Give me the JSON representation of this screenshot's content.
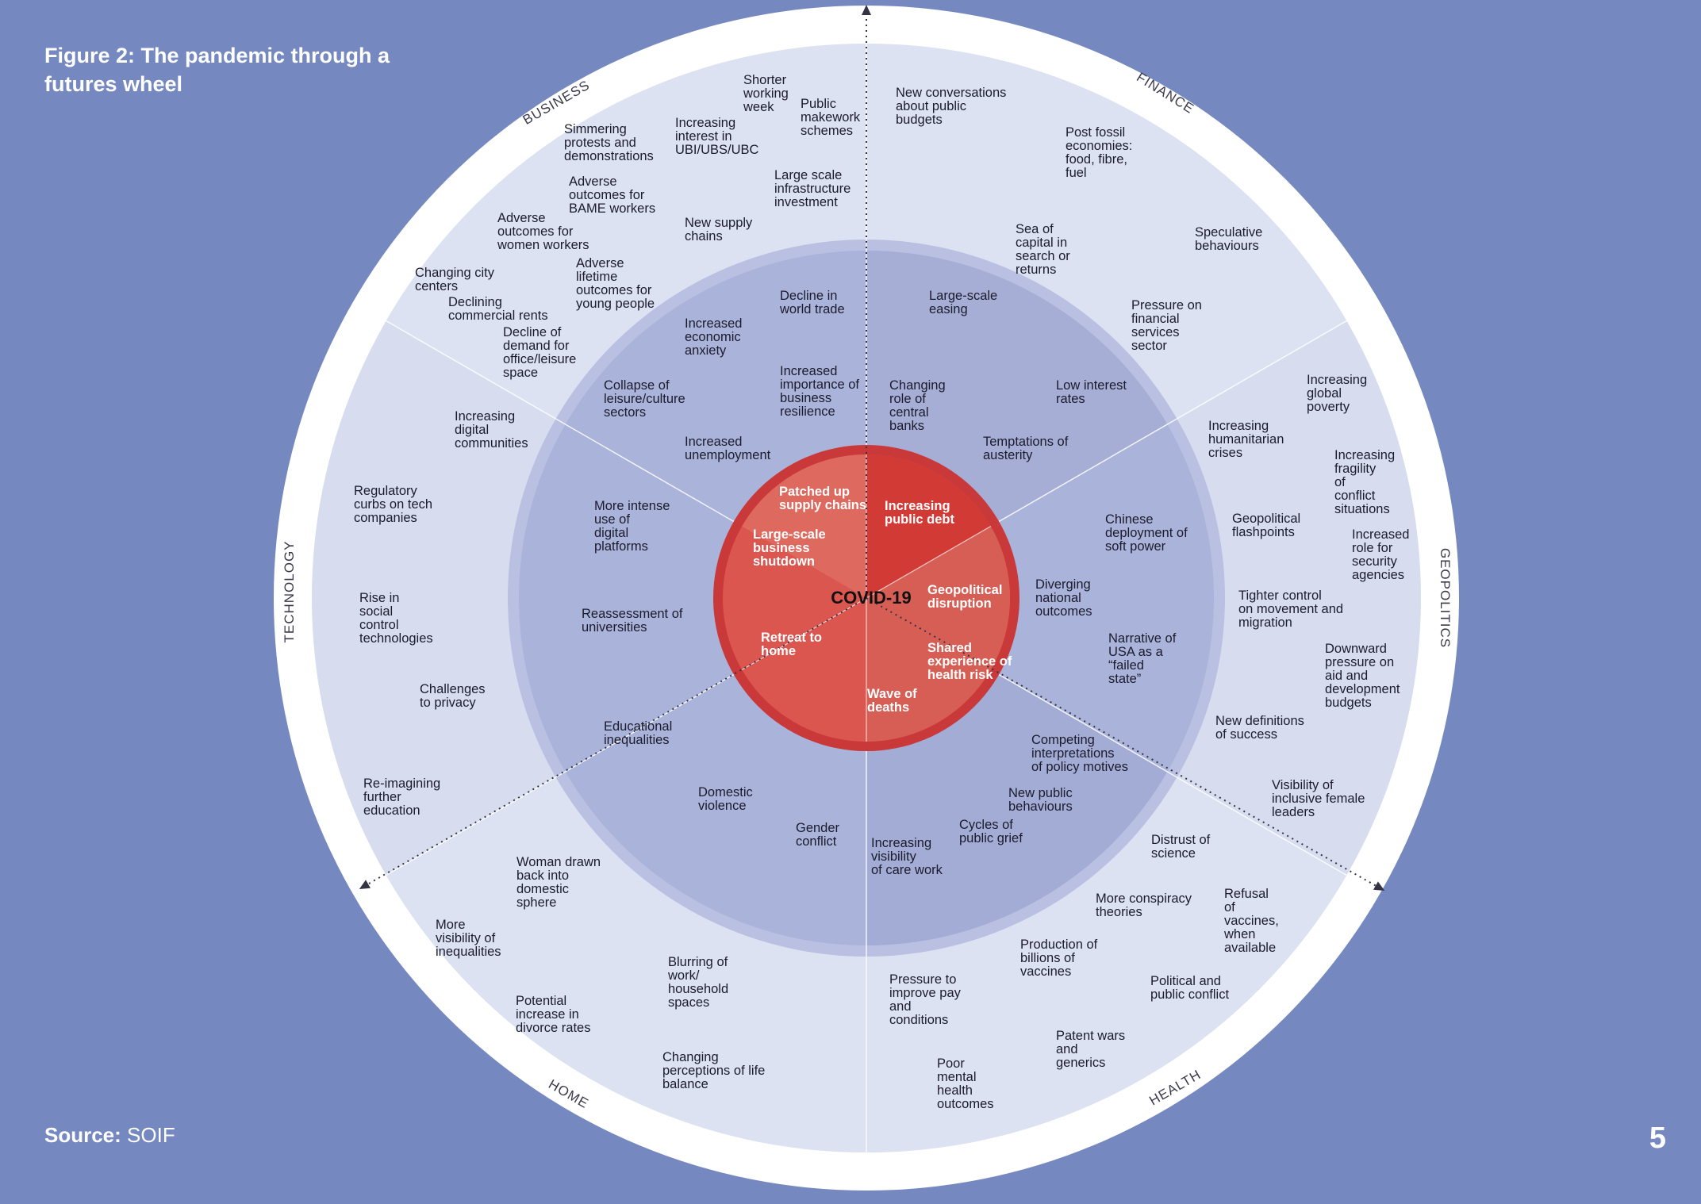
{
  "title": "Figure 2: The pandemic through a futures wheel",
  "source_label": "Source:",
  "source_value": "SOIF",
  "page_number": "5",
  "center": "COVID-19",
  "colors": {
    "background": "#7589c0",
    "outer_ring": "#ffffff",
    "outer_band": "#d9def0",
    "middle_band": "#aeb6dc",
    "core_red": "#dc4f4a"
  },
  "sectors": [
    "BUSINESS",
    "FINANCE",
    "GEOPOLITICS",
    "HEALTH",
    "HOME",
    "TECHNOLOGY"
  ],
  "first_order": [
    "Patched up supply chains",
    "Increasing public debt",
    "Large-scale business shutdown",
    "Geopolitical disruption",
    "Retreat to home",
    "Shared experience of health risk",
    "Wave of deaths"
  ],
  "second_order": [
    "Decline in world trade",
    "Increased economic anxiety",
    "Increased importance of business resilience",
    "Collapse of leisure/culture sectors",
    "Increased unemployment",
    "Large-scale easing",
    "Changing role of central banks",
    "Low interest rates",
    "Temptations of austerity",
    "Chinese deployment of soft power",
    "Diverging national outcomes",
    "Narrative of USA as a “failed state”",
    "Competing interpretations of policy motives",
    "New public behaviours",
    "Cycles of public grief",
    "Increasing visibility of care work",
    "Gender conflict",
    "Domestic violence",
    "Educational inequalities",
    "Reassessment of universities",
    "More intense use of digital platforms"
  ],
  "third_order": [
    "Shorter working week",
    "Public makework schemes",
    "Increasing interest in UBI/UBS/UBC",
    "Simmering protests and demonstrations",
    "Adverse outcomes for BAME workers",
    "Large scale infrastructure investment",
    "Adverse outcomes for women workers",
    "New supply chains",
    "Changing city centers",
    "Adverse lifetime outcomes for young people",
    "Declining commercial rents",
    "Decline of demand for office/leisure space",
    "New conversations about public budgets",
    "Post fossil economies: food, fibre, fuel",
    "Sea of capital in search or returns",
    "Speculative behaviours",
    "Pressure on financial services sector",
    "Increasing global poverty",
    "Increasing humanitarian crises",
    "Increasing fragility of conflict situations",
    "Geopolitical flashpoints",
    "Increased role for security agencies",
    "Tighter control on movement and migration",
    "Downward pressure on aid and development budgets",
    "New definitions of success",
    "Visibility of inclusive female leaders",
    "Distrust of science",
    "More conspiracy theories",
    "Refusal of vaccines, when available",
    "Production of billions of vaccines",
    "Political and public conflict",
    "Pressure to improve pay and conditions",
    "Patent wars and generics",
    "Poor mental health outcomes",
    "Woman drawn back into domestic sphere",
    "More visibility of inequalities",
    "Blurring of work/ household spaces",
    "Potential increase in divorce rates",
    "Changing perceptions of life balance",
    "Increasing digital communities",
    "Regulatory curbs on tech companies",
    "Rise in social control technologies",
    "Challenges to privacy",
    "Re-imagining further education"
  ]
}
